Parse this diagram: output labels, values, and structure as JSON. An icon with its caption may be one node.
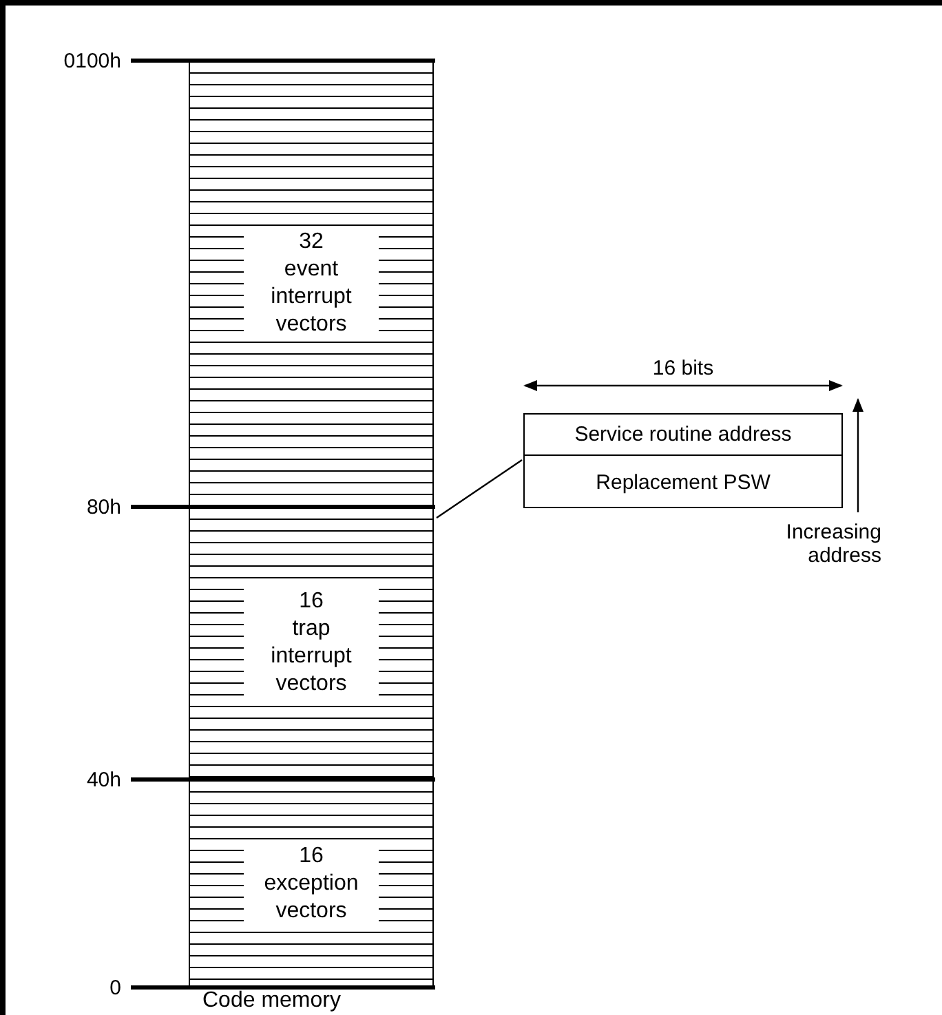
{
  "diagram": {
    "nodes": [
      {
        "text": [
          "Code memory"
        ]
      },
      {
        "text": [
          "32 event interrupt vectors"
        ],
        "in": 0
      },
      {
        "text": [
          "16 trap interrupt vectors"
        ],
        "in": 0
      },
      {
        "text": [
          "16 exception vectors"
        ],
        "in": 0
      },
      {
        "text": [],
        "shape": "box"
      },
      {
        "text": [
          "Service routine address"
        ],
        "in": 4
      },
      {
        "text": [
          "Replacement PSW"
        ],
        "in": 4
      }
    ],
    "edges": [
      {
        "from": 0,
        "to": 4,
        "arrow": "none"
      }
    ],
    "labels": [
      "0100h",
      "16 bits",
      "80h",
      "Increasing address",
      "40h",
      "0"
    ]
  }
}
